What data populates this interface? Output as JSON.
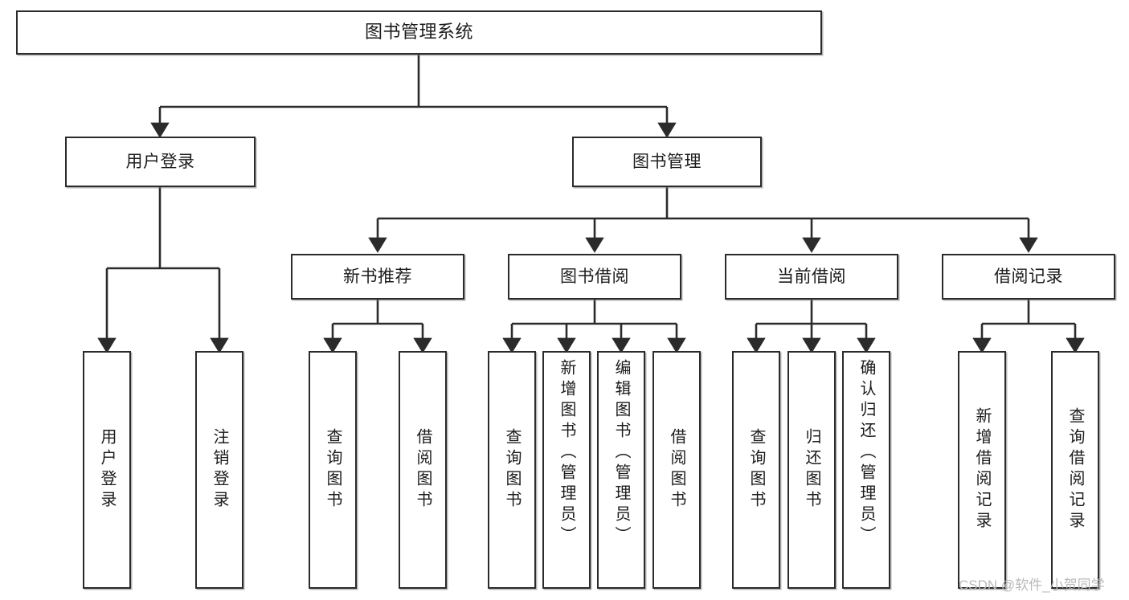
{
  "diagram": {
    "title": "图书管理系统",
    "type": "tree-hierarchy-chart",
    "colors": {
      "box_border": "#2b2b2b",
      "box_fill": "#ffffff",
      "connector": "#2b2b2b",
      "watermark": "#b9b9b9",
      "background": "#ffffff"
    },
    "root": {
      "label": "图书管理系统"
    },
    "level1": [
      {
        "label": "用户登录"
      },
      {
        "label": "图书管理"
      }
    ],
    "level2": [
      {
        "label": "新书推荐"
      },
      {
        "label": "图书借阅"
      },
      {
        "label": "当前借阅"
      },
      {
        "label": "借阅记录"
      }
    ],
    "leaves": {
      "user_login": [
        {
          "label": "用户登录"
        },
        {
          "label": "注销登录"
        }
      ],
      "new_book_recommend": [
        {
          "label": "查询图书"
        },
        {
          "label": "借阅图书"
        }
      ],
      "book_borrow": [
        {
          "label": "查询图书"
        },
        {
          "label": "新增图书（管理员）"
        },
        {
          "label": "编辑图书（管理员）"
        },
        {
          "label": "借阅图书"
        }
      ],
      "current_borrow": [
        {
          "label": "查询图书"
        },
        {
          "label": "归还图书"
        },
        {
          "label": "确认归还（管理员）"
        }
      ],
      "borrow_record": [
        {
          "label": "新增借阅记录"
        },
        {
          "label": "查询借阅记录"
        }
      ]
    },
    "watermark": "CSDN @软件_小贺同学"
  }
}
